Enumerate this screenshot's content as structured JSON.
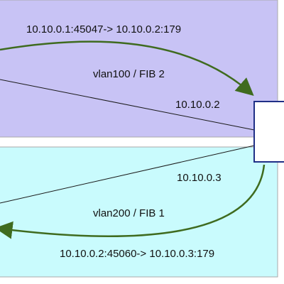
{
  "colors": {
    "upper_band": "#c8c3f5",
    "lower_band": "#c9fbfd",
    "band_border": "#aaaaaa",
    "router_border": "#1f2f86",
    "router_fill": "#ffffff",
    "flow_arrow": "#3f6b1f",
    "link_line": "#1a1a1a"
  },
  "upper": {
    "flow": "10.10.0.1:45047-> 10.10.0.2:179",
    "vlan": "vlan100 / FIB 2",
    "address": "10.10.0.2"
  },
  "lower": {
    "address": "10.10.0.3",
    "vlan": "vlan200 / FIB 1",
    "flow": "10.10.0.2:45060-> 10.10.0.3:179"
  }
}
